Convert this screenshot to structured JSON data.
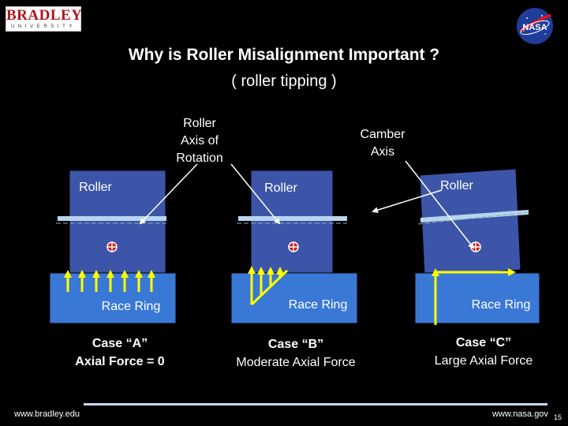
{
  "header": {
    "logo_left": {
      "word": "BRADLEY",
      "sub": "UNIVERSITY"
    },
    "logo_right": "NASA",
    "title": "Why is Roller Misalignment Important ?",
    "subtitle": "( roller tipping )"
  },
  "callouts": {
    "roller_axis": [
      "Roller",
      "Axis of",
      "Rotation"
    ],
    "camber_axis": [
      "Camber",
      "Axis"
    ]
  },
  "cases": [
    {
      "roller_label": "Roller",
      "ring_label": "Race Ring",
      "case_title": "Case “A”",
      "case_force": "Axial Force = 0"
    },
    {
      "roller_label": "Roller",
      "ring_label": "Race Ring",
      "case_title": "Case “B”",
      "case_force": "Moderate Axial Force"
    },
    {
      "roller_label": "Roller",
      "ring_label": "Race Ring",
      "case_title": "Case “C”",
      "case_force": "Large Axial Force"
    }
  ],
  "footer": {
    "left_url": "www.bradley.edu",
    "right_url": "www.nasa.gov",
    "page_number": "15"
  },
  "colors": {
    "background": "#000000",
    "roller_fill": "#3d55a8",
    "race_fill": "#3a78d6",
    "axis_bar": "#b8d4ee",
    "arrow_yellow": "#ffff00",
    "marker_red": "#cc2020",
    "footer_line": "#c8d8f2"
  }
}
